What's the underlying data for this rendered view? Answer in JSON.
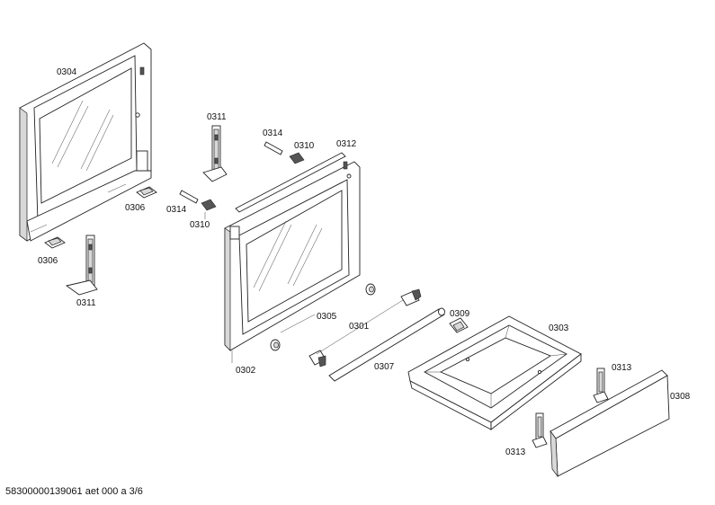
{
  "labels": {
    "l0304": "0304",
    "l0311a": "0311",
    "l0314a": "0314",
    "l0310a": "0310",
    "l0312": "0312",
    "l0306a": "0306",
    "l0314b": "0314",
    "l0310b": "0310",
    "l0306b": "0306",
    "l0311b": "0311",
    "l0305": "0305",
    "l0301": "0301",
    "l0309": "0309",
    "l0303": "0303",
    "l0302": "0302",
    "l0307": "0307",
    "l0313a": "0313",
    "l0308": "0308",
    "l0313b": "0313"
  },
  "footer": "58300000139061 aet 000 a 3/6"
}
